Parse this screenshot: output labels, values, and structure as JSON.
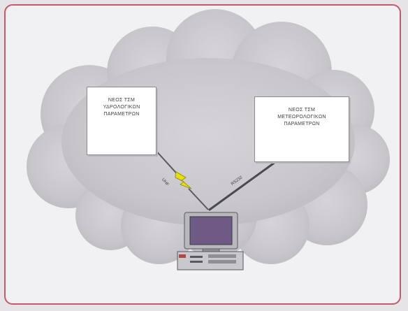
{
  "diagram": {
    "station_hydro": {
      "lines": [
        "ΝΕΟΣ ΤΣΜ",
        "ΥΔΡΟΛΟΓΙΚΩΝ",
        "ΠΑΡΑΜΕΤΡΩΝ"
      ]
    },
    "station_meteo": {
      "lines": [
        "ΝΕΟΣ ΤΣΜ",
        "ΜΕΤΕΩΡΟΛΟΓΙΚΩΝ",
        "ΠΑΡΑΜΕΤΡΩΝ"
      ]
    },
    "link_hydro": {
      "label": "UHF",
      "type": "wireless"
    },
    "link_meteo": {
      "label": "RS232",
      "type": "cable"
    },
    "colors": {
      "frame": "#c25a6a",
      "cloud": "#c8c6ca",
      "screen": "#6f5a86",
      "bolt": "#e8e000"
    },
    "icons": [
      "cloud-icon",
      "computer-icon",
      "lightning-icon"
    ]
  }
}
